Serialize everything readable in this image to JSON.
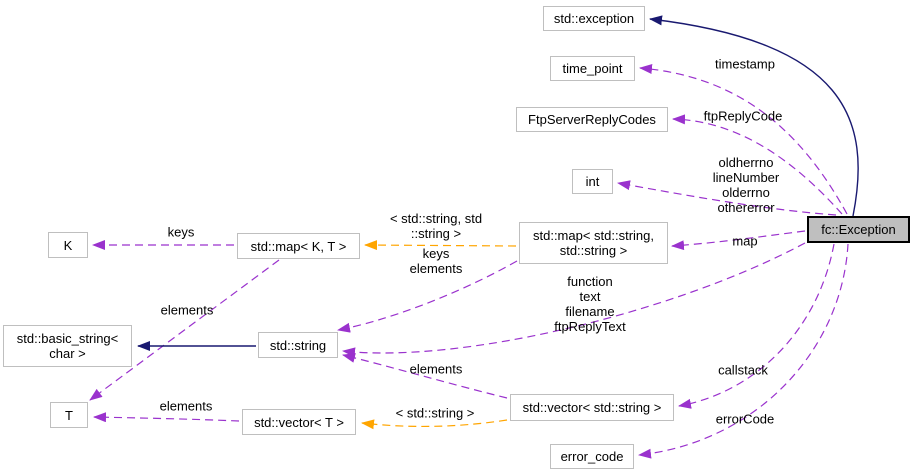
{
  "colors": {
    "edge_usage": "#9a32cd",
    "edge_template": "#ffa500",
    "edge_inheritance": "#191970",
    "node_fill": "#ffffff",
    "node_border": "#bfbfbf",
    "main_node_fill": "#bfbfbf",
    "main_node_border": "#000000",
    "text": "#000000"
  },
  "nodes": [
    {
      "id": "std-exception",
      "label": "std::exception"
    },
    {
      "id": "time-point",
      "label": "time_point"
    },
    {
      "id": "ftp-server-reply-codes",
      "label": "FtpServerReplyCodes"
    },
    {
      "id": "int",
      "label": "int"
    },
    {
      "id": "map-string-string",
      "label": "std::map< std::string,\nstd::string >"
    },
    {
      "id": "fc-exception",
      "label": "fc::Exception"
    },
    {
      "id": "k",
      "label": "K"
    },
    {
      "id": "map-k-t",
      "label": "std::map< K, T >"
    },
    {
      "id": "basic-string-char",
      "label": "std::basic_string<\nchar >"
    },
    {
      "id": "std-string",
      "label": "std::string"
    },
    {
      "id": "t",
      "label": "T"
    },
    {
      "id": "vector-t",
      "label": "std::vector< T >"
    },
    {
      "id": "vector-string",
      "label": "std::vector< std::string >"
    },
    {
      "id": "error-code",
      "label": "error_code"
    }
  ],
  "edge_labels": [
    {
      "id": "timestamp",
      "text": "timestamp"
    },
    {
      "id": "ftpreplycode",
      "text": "ftpReplyCode"
    },
    {
      "id": "errno-group",
      "text": "oldherrno\nlineNumber\nolderrno\nothererror"
    },
    {
      "id": "map",
      "text": "map"
    },
    {
      "id": "function-group",
      "text": "function\ntext\nfilename\nftpReplyText"
    },
    {
      "id": "callstack",
      "text": "callstack"
    },
    {
      "id": "errorcode",
      "text": "errorCode"
    },
    {
      "id": "template-map-args",
      "text": "< std::string, std\n::string >"
    },
    {
      "id": "keys-elements",
      "text": "keys\nelements"
    },
    {
      "id": "keys",
      "text": "keys"
    },
    {
      "id": "elements-map-t",
      "text": "elements"
    },
    {
      "id": "elements-vector-string",
      "text": "elements"
    },
    {
      "id": "elements-vector-t",
      "text": "elements"
    },
    {
      "id": "template-vector-args",
      "text": "< std::string >"
    }
  ]
}
